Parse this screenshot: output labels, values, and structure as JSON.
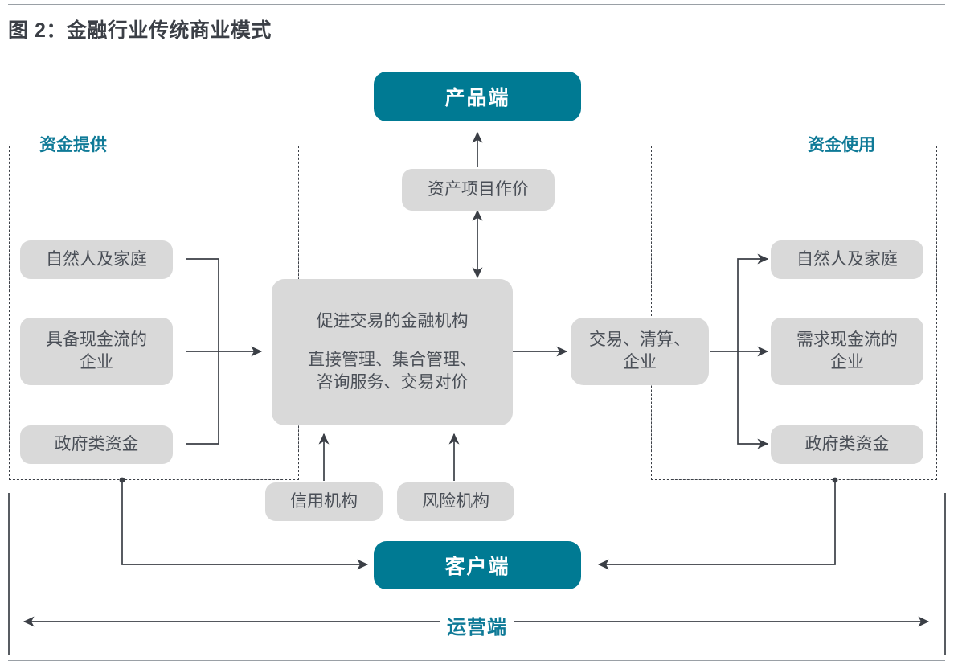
{
  "title": "图 2：金融行业传统商业模式",
  "colors": {
    "teal": "#007a93",
    "teal_text": "#0f7a97",
    "grey_box": "#d9d9d9",
    "ink": "#3b3f46"
  },
  "groups": {
    "left": {
      "label": "资金提供"
    },
    "right": {
      "label": "资金使用"
    }
  },
  "nodes": {
    "product_end": "产品端",
    "asset_pricing": "资产项目作价",
    "hub_line1": "促进交易的金融机构",
    "hub_line2": "直接管理、集合管理、\n咨询服务、交易对价",
    "hub_line2_a": "直接管理、集合管理、",
    "hub_line2_b": "咨询服务、交易对价",
    "clearing": "交易、清算、\n企业",
    "clearing_a": "交易、清算、",
    "clearing_b": "企业",
    "credit_agency": "信用机构",
    "risk_agency": "风险机构",
    "customer_end": "客户端",
    "ops_end": "运营端"
  },
  "supply_items": [
    {
      "label": "自然人及家庭"
    },
    {
      "label": "具备现金流的\n企业",
      "line_a": "具备现金流的",
      "line_b": "企业"
    },
    {
      "label": "政府类资金"
    }
  ],
  "demand_items": [
    {
      "label": "自然人及家庭"
    },
    {
      "label": "需求现金流的\n企业",
      "line_a": "需求现金流的",
      "line_b": "企业"
    },
    {
      "label": "政府类资金"
    }
  ]
}
